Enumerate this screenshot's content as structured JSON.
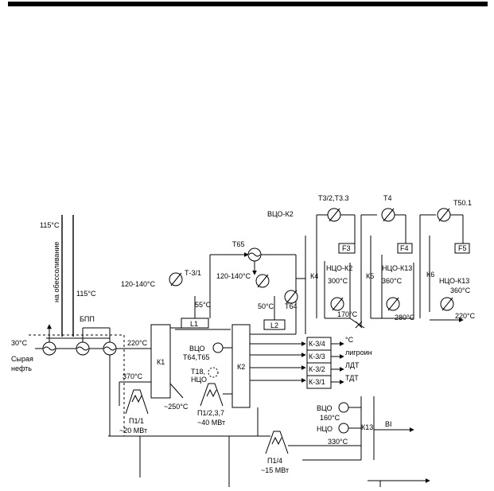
{
  "labels": {
    "t115_left": "115°C",
    "to_stabilization": "на обессоливание",
    "t115_mid": "115°C",
    "bpp": "БПП",
    "t30": "30°C",
    "raw_oil_1": "Сырая",
    "raw_oil_2": "нефть",
    "t120_140_left": "120-140°C",
    "t31": "Т-3/1",
    "t55": "55°C",
    "l1": "L1",
    "t220_k1": "220°C",
    "k1": "К1",
    "t370": "370°C",
    "t250": "~250°C",
    "p11_1": "П1/1",
    "p11_1_power": "~20 МВт",
    "t65": "Т65",
    "t120_140_mid": "120-140°C",
    "t50": "50°C",
    "l2": "L2",
    "t64": "Т64",
    "vcok2": "ВЦО-К2",
    "vco": "ВЦО",
    "t64_t65": "Т64,Т65",
    "t18": "Т18,",
    "nco": "НЦО",
    "k2": "К2",
    "p1_237": "П1/2,3,7",
    "p1_237_power": "~40 МВт",
    "k34": "К-3/4",
    "k33": "К-3/3",
    "k32": "К-3/2",
    "k31": "К-3/1",
    "out_c": "°С",
    "out_ligroin": "лигроин",
    "out_ldt": "ЛДТ",
    "out_tdt": "ТДТ",
    "t32_33": "Т3/2,Т3.3",
    "f3": "F3",
    "nco_k2": "НЦО-К2",
    "t300": "300°C",
    "k4": "К4",
    "t170": "170°C",
    "t4": "Т4",
    "f4": "F4",
    "nco_k13": "НЦО-К13",
    "t360_mid": "360°C",
    "k5": "К5",
    "t280": "280°C",
    "t50_1": "Т50.1",
    "f5": "F5",
    "k6": "К6",
    "nco_k13_r": "НЦО-К13",
    "t360_r": "360°C",
    "t220_r": "220°C",
    "vco_b": "ВЦО",
    "t160": "160°C",
    "nco_b": "НЦО",
    "t330": "330°C",
    "k13": "К13",
    "vi": "ВI",
    "p14": "П1/4",
    "p14_power": "~15 МВт"
  }
}
